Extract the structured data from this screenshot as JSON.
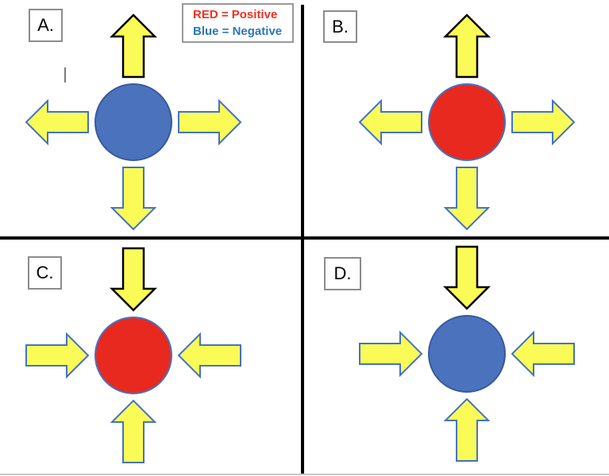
{
  "legend": {
    "items": [
      {
        "label": "RED = Positive",
        "color": "#ee3124"
      },
      {
        "label": "Blue = Negative",
        "color": "#2e75b6"
      }
    ]
  },
  "panels": [
    {
      "label": "A.",
      "charge": "negative",
      "circle_color": "#4a72bd",
      "circle_border": "#39599b",
      "arrows": "outward"
    },
    {
      "label": "B.",
      "charge": "positive",
      "circle_color": "#e8291f",
      "circle_border": "#4472c4",
      "arrows": "outward"
    },
    {
      "label": "C.",
      "charge": "positive",
      "circle_color": "#e8291f",
      "circle_border": "#4472c4",
      "arrows": "inward"
    },
    {
      "label": "D.",
      "charge": "negative",
      "circle_color": "#4a72bd",
      "circle_border": "#39599b",
      "arrows": "inward"
    }
  ],
  "style": {
    "background": "#ffffff",
    "arrow_fill": "#fbfb57",
    "arrow_stroke_top": "#000000",
    "arrow_stroke_side": "#4472c4",
    "divider_color": "#000000",
    "label_box_border": "#8c8c8c",
    "legend_box_border": "#999999"
  }
}
